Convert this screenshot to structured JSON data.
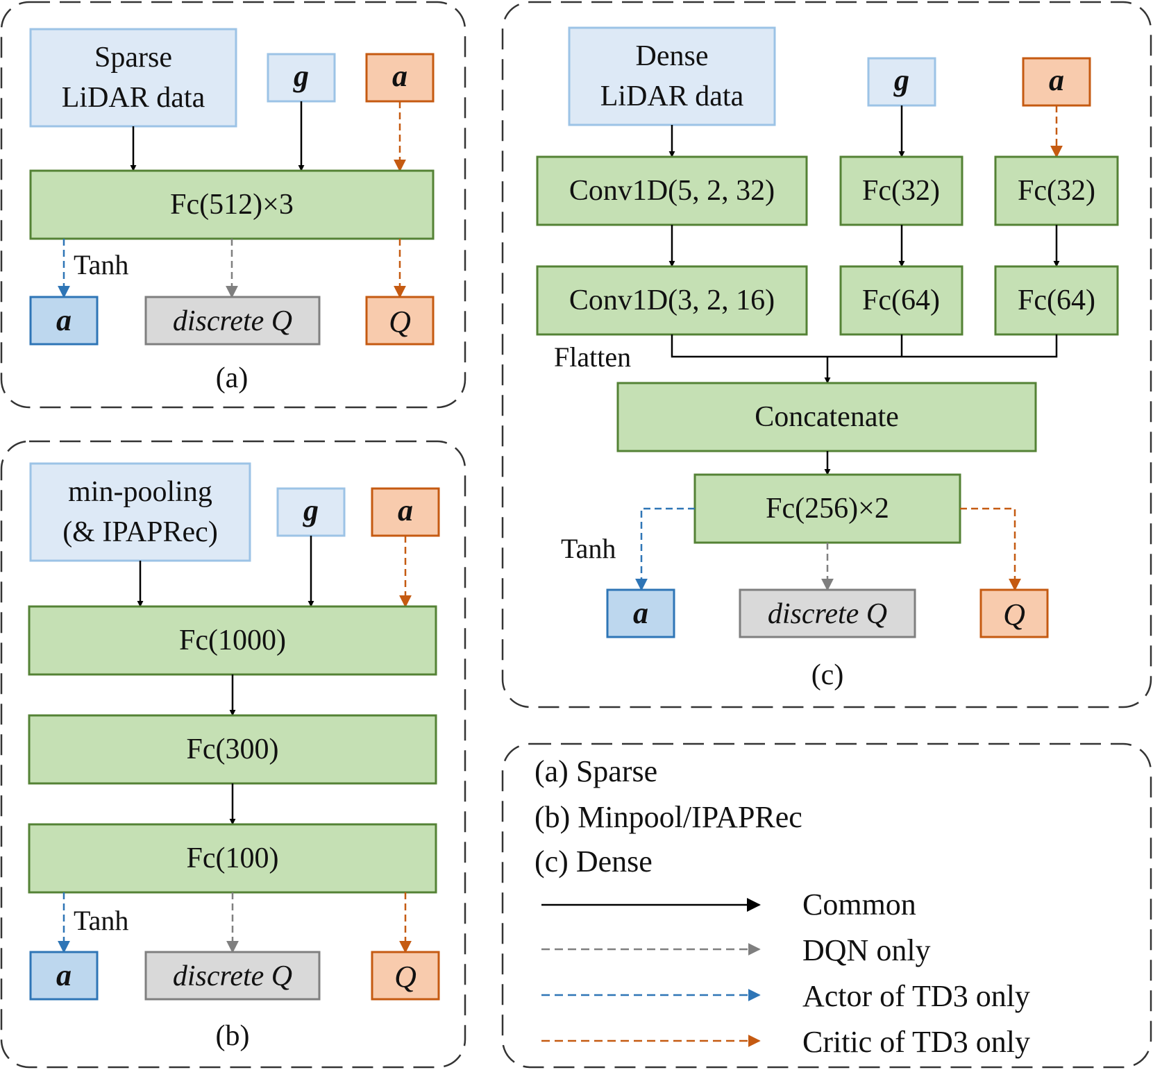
{
  "panel_a": {
    "input": "Sparse LiDAR data",
    "input_line1": "Sparse",
    "input_line2": "LiDAR data",
    "goal": "g",
    "action": "a",
    "layer": "Fc(512)×3",
    "tanh": "Tanh",
    "out_actor": "a",
    "out_dqn": "discrete Q",
    "out_critic": "Q",
    "caption": "(a)"
  },
  "panel_b": {
    "input_line1": "min-pooling",
    "input_line2": "(& IPAPRec)",
    "goal": "g",
    "action": "a",
    "layer1": "Fc(1000)",
    "layer2": "Fc(300)",
    "layer3": "Fc(100)",
    "tanh": "Tanh",
    "out_actor": "a",
    "out_dqn": "discrete Q",
    "out_critic": "Q",
    "caption": "(b)"
  },
  "panel_c": {
    "input_line1": "Dense",
    "input_line2": "LiDAR data",
    "goal": "g",
    "action": "a",
    "conv1": "Conv1D(5, 2, 32)",
    "conv2": "Conv1D(3, 2, 16)",
    "goal_fc1": "Fc(32)",
    "goal_fc2": "Fc(64)",
    "action_fc1": "Fc(32)",
    "action_fc2": "Fc(64)",
    "flatten": "Flatten",
    "concat": "Concatenate",
    "fc": "Fc(256)×2",
    "tanh": "Tanh",
    "out_actor": "a",
    "out_dqn": "discrete Q",
    "out_critic": "Q",
    "caption": "(c)"
  },
  "legend": {
    "item_a": "(a) Sparse",
    "item_b": "(b) Minpool/IPAPRec",
    "item_c": "(c) Dense",
    "common": "Common",
    "dqn": "DQN only",
    "actor": "Actor of TD3 only",
    "critic": "Critic of TD3 only"
  },
  "colors": {
    "input_fill": "#dde9f6",
    "input_stroke": "#9cc3e6",
    "layer_fill": "#c5e0b4",
    "layer_stroke": "#548235",
    "action_fill": "#f8cbad",
    "action_stroke": "#c55a11",
    "actor_out_fill": "#bdd7ee",
    "actor_out_stroke": "#2e75b6",
    "dqn_fill": "#d9d9d9",
    "dqn_stroke": "#7f7f7f",
    "common_line": "#000000",
    "dqn_line": "#7f7f7f",
    "actor_line": "#2e75b6",
    "critic_line": "#c55a11"
  }
}
